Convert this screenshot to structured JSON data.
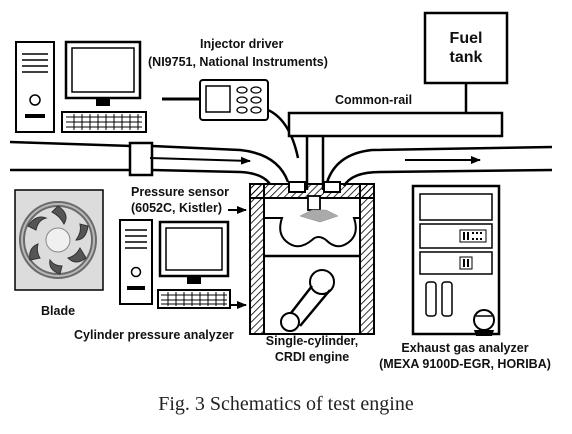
{
  "labels": {
    "injector_driver_line1": "Injector driver",
    "injector_driver_line2": "(NI9751,  National  Instruments)",
    "fuel_tank_line1": "Fuel",
    "fuel_tank_line2": "tank",
    "common_rail": "Common-rail",
    "pressure_sensor_line1": "Pressure sensor",
    "pressure_sensor_line2": "(6052C, Kistler)",
    "blade": "Blade",
    "cylinder_pressure_analyzer": "Cylinder  pressure analyzer",
    "engine_line1": "Single-cylinder,",
    "engine_line2": "CRDI engine",
    "exhaust_line1": "Exhaust gas analyzer",
    "exhaust_line2": "(MEXA  9100D-EGR,  HORIBA)"
  },
  "caption": "Fig. 3 Schematics of test engine"
}
